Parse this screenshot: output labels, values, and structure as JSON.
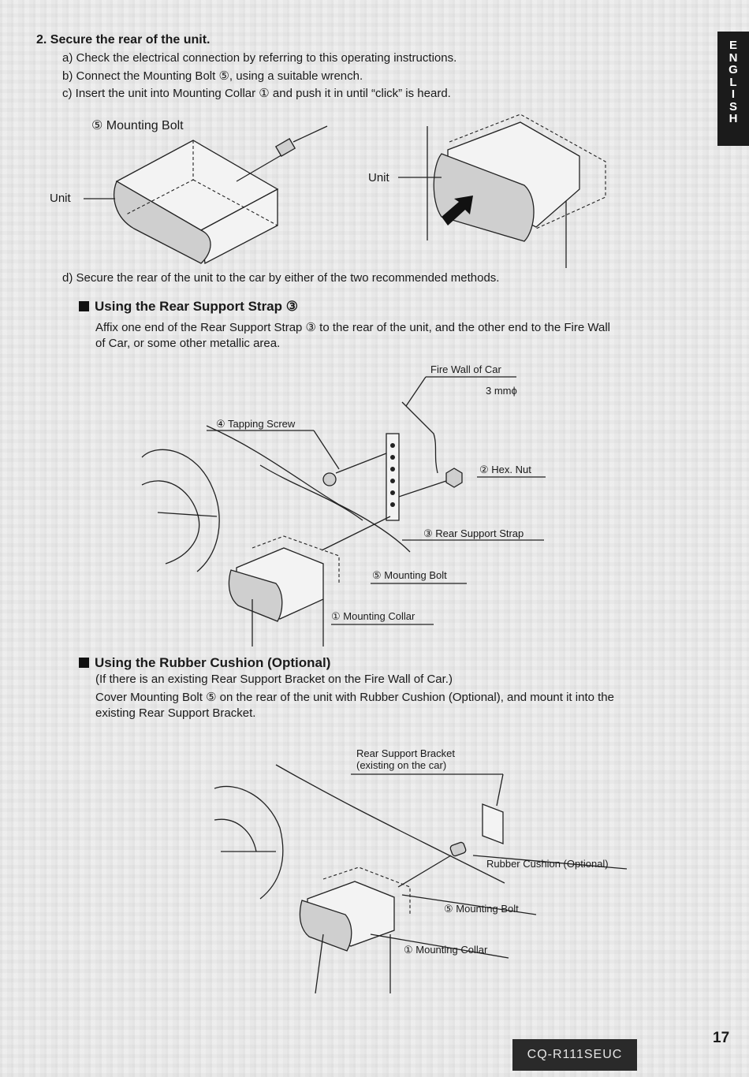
{
  "side_tab": {
    "letters": [
      "E",
      "N",
      "G",
      "L",
      "I",
      "S",
      "H"
    ]
  },
  "section": {
    "heading": "2. Secure the rear of the unit.",
    "step_a": "a) Check the electrical connection by referring to this operating instructions.",
    "step_b": "b) Connect the Mounting Bolt ⑤, using a suitable wrench.",
    "step_c": "c) Insert the unit into Mounting Collar ① and push it in until “click” is heard.",
    "step_d": "d) Secure the rear of the unit to the car by either of the two recommended methods."
  },
  "figure1": {
    "mounting_bolt_label": "⑤ Mounting Bolt",
    "unit_label_left": "Unit",
    "unit_label_right": "Unit"
  },
  "method1": {
    "title": "Using the Rear Support Strap ③",
    "line1": "Affix one end of the Rear Support Strap ③ to the rear of the unit, and the other end to the Fire Wall",
    "line2": "of Car, or some other metallic area.",
    "labels": {
      "fire_wall": "Fire Wall of Car",
      "hole": "3 mmϕ",
      "tapping_screw": "④ Tapping Screw",
      "hex_nut": "② Hex. Nut",
      "rear_support_strap": "③ Rear Support Strap",
      "mounting_bolt": "⑤ Mounting Bolt",
      "mounting_collar": "① Mounting Collar"
    }
  },
  "method2": {
    "title": "Using the Rubber Cushion (Optional)",
    "line1": "(If there is an existing Rear Support Bracket on the Fire Wall of Car.)",
    "line2": "Cover Mounting Bolt ⑤ on the rear of the unit with Rubber Cushion (Optional), and mount it into the",
    "line3": "existing Rear Support Bracket.",
    "labels": {
      "bracket_1": "Rear Support Bracket",
      "bracket_2": "(existing on the car)",
      "rubber_cushion": "Rubber Cushion (Optional)",
      "mounting_bolt": "⑤ Mounting Bolt",
      "mounting_collar": "① Mounting Collar"
    }
  },
  "footer": {
    "page_number": "17",
    "model": "CQ-R111SEUC"
  }
}
